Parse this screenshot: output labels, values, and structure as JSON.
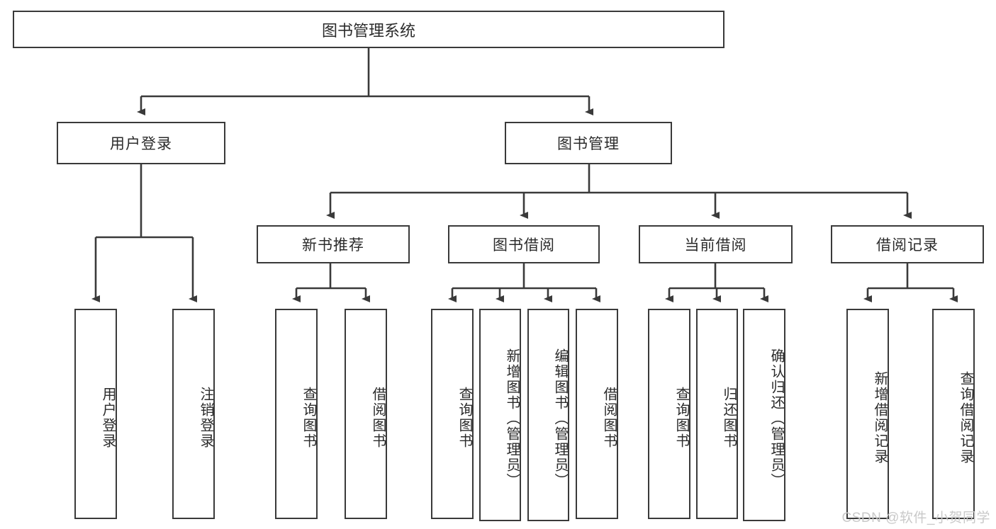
{
  "diagram": {
    "title": "图书管理系统",
    "root": {
      "label": "图书管理系统"
    },
    "level1": [
      {
        "label": "用户登录"
      },
      {
        "label": "图书管理"
      }
    ],
    "level2": [
      {
        "label": "新书推荐"
      },
      {
        "label": "图书借阅"
      },
      {
        "label": "当前借阅"
      },
      {
        "label": "借阅记录"
      }
    ],
    "leaves": {
      "user_login": [
        {
          "label": "用户登录"
        },
        {
          "label": "注销登录"
        }
      ],
      "new_book_recommend": [
        {
          "label": "查询图书"
        },
        {
          "label": "借阅图书"
        }
      ],
      "book_borrow": [
        {
          "label": "查询图书"
        },
        {
          "label": "新增图书（管理员）"
        },
        {
          "label": "编辑图书（管理员）"
        },
        {
          "label": "借阅图书"
        }
      ],
      "current_borrow": [
        {
          "label": "查询图书"
        },
        {
          "label": "归还图书"
        },
        {
          "label": "确认归还（管理员）"
        }
      ],
      "borrow_record": [
        {
          "label": "新增借阅记录"
        },
        {
          "label": "查询借阅记录"
        }
      ]
    }
  },
  "watermark": {
    "text": "CSDN @软件_小贺同学"
  },
  "colors": {
    "stroke": "#3a3a3a",
    "text": "#2b2b2b",
    "background": "#ffffff",
    "watermark": "#c9c9c9"
  }
}
